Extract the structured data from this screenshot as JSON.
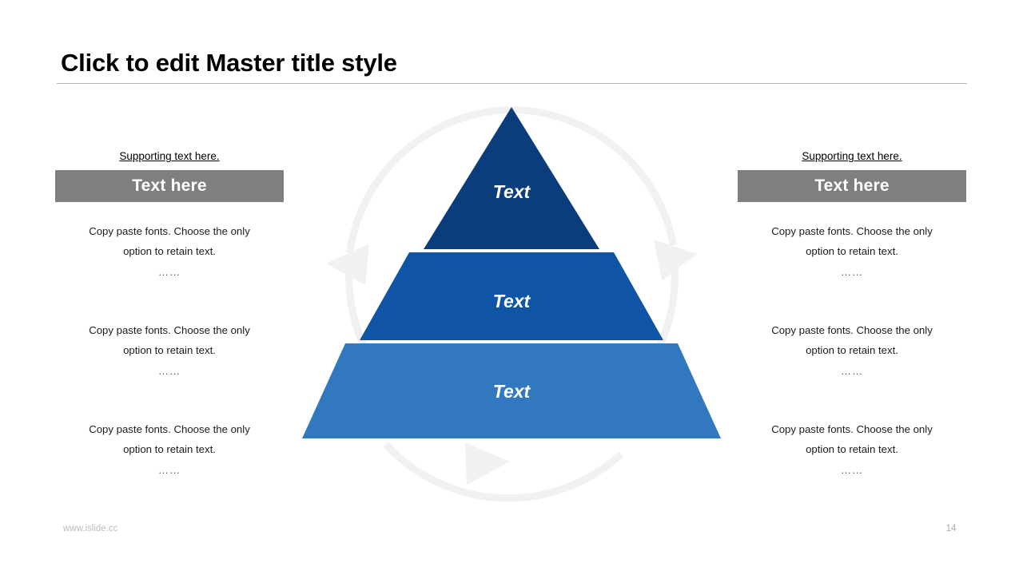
{
  "slide": {
    "title": "Click to edit Master title style",
    "background_color": "#ffffff"
  },
  "colors": {
    "header_bar": "#7f7f7f",
    "tier_top": "#0b3d7d",
    "tier_middle": "#1055a5",
    "tier_bottom": "#3178bf",
    "ring": "#f0f1f3",
    "divider": "#b5b5b5",
    "footer_text": "#bdbdbd"
  },
  "left_column": {
    "supporting_text": "Supporting text here.",
    "header_label": "Text here",
    "blocks": [
      {
        "line1": "Copy paste fonts. Choose the only",
        "line2": "option to retain text.",
        "dots": "……"
      },
      {
        "line1": "Copy paste fonts. Choose the only",
        "line2": "option to retain text.",
        "dots": "……"
      },
      {
        "line1": "Copy paste fonts. Choose the only",
        "line2": "option to retain text.",
        "dots": "……"
      }
    ]
  },
  "right_column": {
    "supporting_text": "Supporting text here.",
    "header_label": "Text here",
    "blocks": [
      {
        "line1": "Copy paste fonts. Choose the only",
        "line2": "option to retain text.",
        "dots": "……"
      },
      {
        "line1": "Copy paste fonts. Choose the only",
        "line2": "option to retain text.",
        "dots": "……"
      },
      {
        "line1": "Copy paste fonts. Choose the only",
        "line2": "option to retain text.",
        "dots": "……"
      }
    ]
  },
  "pyramid": {
    "tiers": [
      {
        "label": "Text",
        "level": "top"
      },
      {
        "label": "Text",
        "level": "middle"
      },
      {
        "label": "Text",
        "level": "bottom"
      }
    ],
    "ring_arrow_count": 3
  },
  "footer": {
    "site": "www.islide.cc",
    "page_number": "14"
  }
}
